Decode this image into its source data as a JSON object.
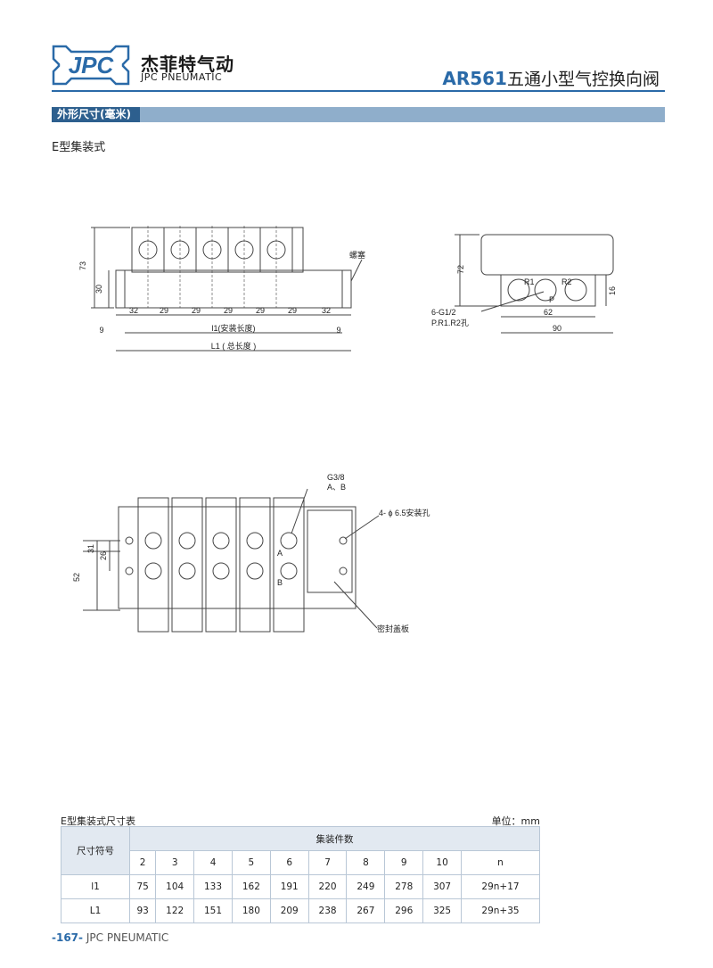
{
  "header": {
    "logo_text": "JPC",
    "brand_cn": "杰菲特气动",
    "brand_en": "JPC PNEUMATIC",
    "model": "AR561",
    "title_cn": "五通小型气控换向阀"
  },
  "section": {
    "label": "外形尺寸(毫米)"
  },
  "subtitle": "E型集装式",
  "drawing_front": {
    "dim_73": "73",
    "dim_30": "30",
    "plug_label": "螺塞",
    "pitches": [
      "32",
      "29",
      "29",
      "29",
      "29",
      "29",
      "32"
    ],
    "dim_9_left": "9",
    "dim_9_right": "9",
    "l1_label": "l1(安装长度)",
    "L1_label": "L1 ( 总长度 )"
  },
  "drawing_side": {
    "dim_72": "72",
    "port_r1": "R1",
    "port_r2": "R2",
    "port_p": "P",
    "dim_16": "16",
    "thread_label": "6-G1/2",
    "ports_label": "P.R1.R2孔",
    "dim_62": "62",
    "dim_90": "90"
  },
  "drawing_top": {
    "thread_label": "G3/8",
    "ports_label": "A、B",
    "hole_label": "4- ϕ 6.5安装孔",
    "port_a": "A",
    "port_b": "B",
    "dim_31": "31",
    "dim_26": "26",
    "dim_52": "52",
    "cover_label": "密封盖板"
  },
  "table": {
    "caption": "E型集装式尺寸表",
    "unit": "单位：mm",
    "symbol_header": "尺寸符号",
    "group_header": "集装件数",
    "counts": [
      "2",
      "3",
      "4",
      "5",
      "6",
      "7",
      "8",
      "9",
      "10",
      "n"
    ],
    "rows": [
      {
        "symbol": "l1",
        "values": [
          "75",
          "104",
          "133",
          "162",
          "191",
          "220",
          "249",
          "278",
          "307",
          "29n+17"
        ]
      },
      {
        "symbol": "L1",
        "values": [
          "93",
          "122",
          "151",
          "180",
          "209",
          "238",
          "267",
          "296",
          "325",
          "29n+35"
        ]
      }
    ]
  },
  "footer": {
    "page": "-167-",
    "brand": "JPC PNEUMATIC"
  },
  "colors": {
    "accent": "#2a6aa8",
    "section_dark": "#2d5f8e",
    "section_light": "#8faecb"
  }
}
